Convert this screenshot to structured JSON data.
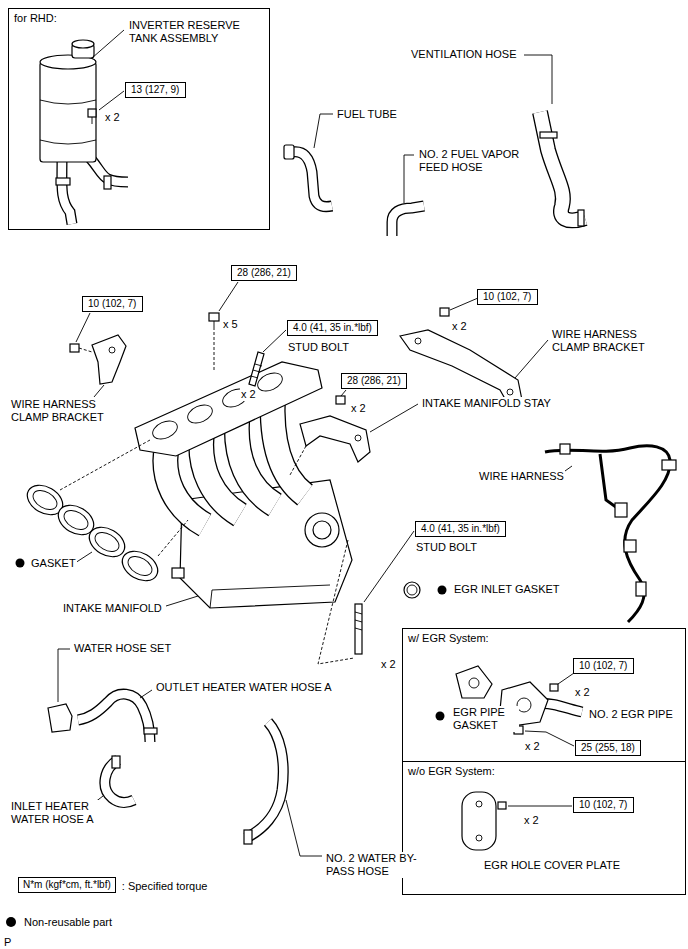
{
  "diagram": {
    "nodes": [
      {
        "text": [
          "for RHD:"
        ]
      },
      {
        "text": [
          "13 (127, 9)"
        ],
        "in": 0
      },
      {
        "text": [
          "28 (286, 21)"
        ]
      },
      {
        "text": [
          "10 (102, 7)"
        ]
      },
      {
        "text": [
          "4.0 (41, 35 in.*lbf)"
        ]
      },
      {
        "text": [
          "10 (102, 7)"
        ]
      },
      {
        "text": [
          "28 (286, 21)"
        ]
      },
      {
        "text": [
          "4.0 (41, 35 in.*lbf)"
        ]
      },
      {
        "text": [
          "w/ EGR System:"
        ]
      },
      {
        "text": [
          "10 (102, 7)"
        ],
        "in": 8
      },
      {
        "text": [
          "25 (255, 18)"
        ],
        "in": 8
      },
      {
        "text": [
          "w/o EGR System:"
        ]
      },
      {
        "text": [
          "10 (102, 7)"
        ],
        "in": 11
      }
    ],
    "labels": [
      "x 2",
      "INVERTER RESERVE TANK ASSEMBLY",
      "FUEL TUBE",
      "VENTILATION HOSE",
      "NO. 2 FUEL VAPOR FEED HOSE",
      "x 5",
      "STUD BOLT",
      "x 2",
      "x 2",
      "WIRE HARNESS CLAMP BRACKET",
      "WIRE HARNESS CLAMP BRACKET",
      "x 2",
      "INTAKE MANIFOLD STAY",
      "WIRE HARNESS",
      "GASKET",
      "INTAKE MANIFOLD",
      "STUD BOLT",
      "x 2",
      "EGR INLET GASKET",
      "x 2",
      "EGR PIPE GASKET",
      "NO. 2 EGR PIPE",
      "x 2",
      "x 2",
      "EGR HOLE COVER PLATE",
      "WATER HOSE SET",
      "OUTLET HEATER WATER HOSE A",
      "INLET HEATER WATER HOSE A",
      "NO. 2 WATER BY-PASS HOSE",
      "N*m (kgf*cm, ft.*lbf)",
      "P"
    ],
    "legend": [
      {
        "text": ": Specified torque"
      },
      {
        "text": "Non-reusable part"
      }
    ]
  }
}
